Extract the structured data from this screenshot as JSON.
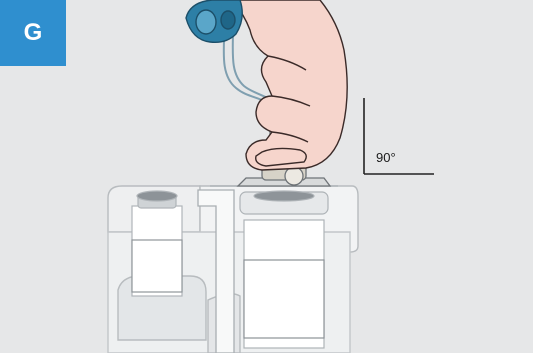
{
  "step": {
    "letter": "G"
  },
  "angle": {
    "label": "90°"
  },
  "colors": {
    "background": "#e6e7e8",
    "badge": "#2f8fcf",
    "needle_cap": "#2d7fa6",
    "tubing": "#b9cbd6",
    "hand": "#f6d5cc",
    "hand_outline": "#3a2a28",
    "line": "#222222"
  },
  "icons": {
    "device": "vial-adapter-illustration",
    "hand": "hand-illustration",
    "angle": "right-angle-indicator"
  }
}
